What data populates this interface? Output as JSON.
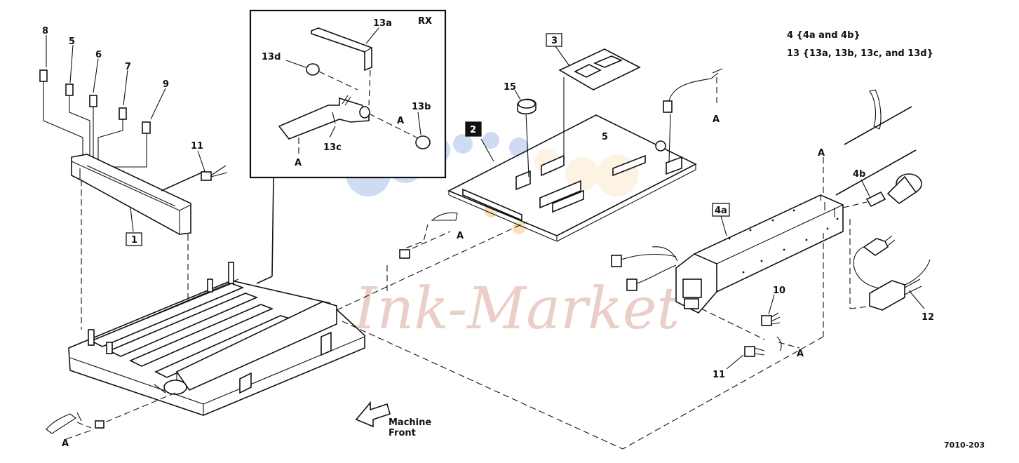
{
  "header_notes": [
    "4 {4a and 4b}",
    "13 {13a, 13b, 13c, and 13d}"
  ],
  "inset_title": "RX",
  "figure_number": "7010-203",
  "machine_front": [
    "Machine",
    "Front"
  ],
  "watermark": "Ink-Market",
  "colors": {
    "line": "#111111",
    "watermark_text": "#e7c7c0",
    "watermark_blue": "#c6d7f2",
    "watermark_orange": "#f8dcae"
  },
  "labels": {
    "p8": "8",
    "p5": "5",
    "p6": "6",
    "p7": "7",
    "p9": "9",
    "p11a": "11",
    "p1": "1",
    "p13a": "13a",
    "p13d": "13d",
    "p13b": "13b",
    "p13c": "13c",
    "p3": "3",
    "p15": "15",
    "p2": "2",
    "p5b": "5",
    "p4a": "4a",
    "p4b": "4b",
    "p10": "10",
    "p11b": "11",
    "p12": "12",
    "a1": "A",
    "a2": "A",
    "a3": "A",
    "a4": "A",
    "a5": "A",
    "a6": "A"
  }
}
